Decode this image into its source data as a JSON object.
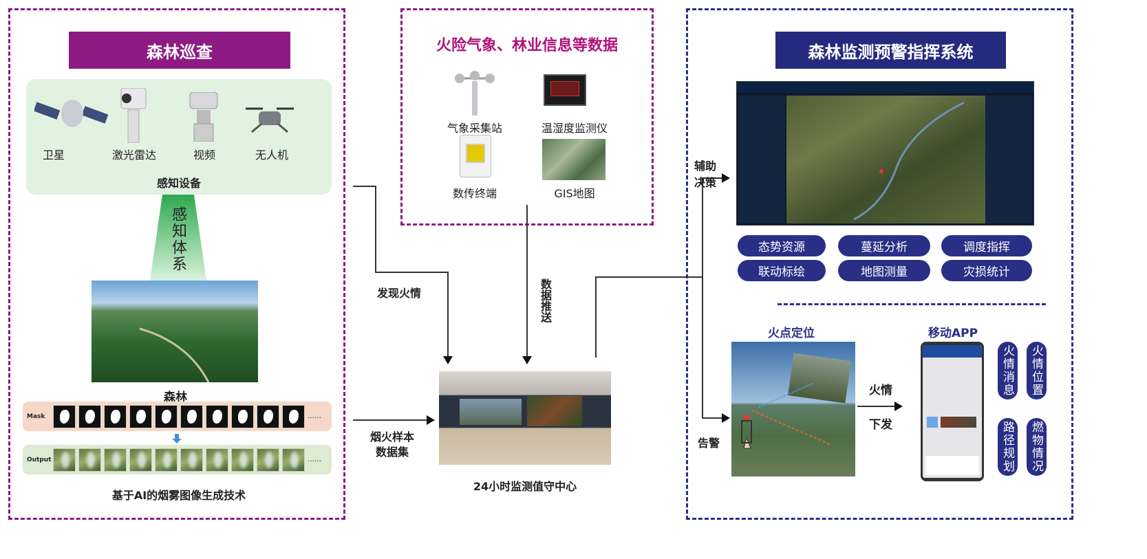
{
  "left": {
    "title": "森林巡查",
    "devices": [
      {
        "label": "卫星",
        "icon": "satellite-icon"
      },
      {
        "label": "激光雷达",
        "icon": "lidar-icon"
      },
      {
        "label": "视频",
        "icon": "video-camera-icon"
      },
      {
        "label": "无人机",
        "icon": "drone-icon"
      }
    ],
    "devices_title": "感知设备",
    "system": "感知体系",
    "forest": "森林",
    "mask_label": "Mask",
    "output_label": "Output",
    "ellipsis": "……",
    "caption": "基于AI的烟雾图像生成技术"
  },
  "middle": {
    "title": "火险气象、林业信息等数据",
    "items": [
      {
        "label": "气象采集站",
        "icon": "anemometer-icon"
      },
      {
        "label": "温湿度监测仪",
        "icon": "humidity-monitor-icon"
      },
      {
        "label": "数传终端",
        "icon": "data-terminal-icon"
      },
      {
        "label": "GIS地图",
        "icon": "gis-map-icon"
      }
    ],
    "center_caption": "24小时监测值守中心"
  },
  "flows": {
    "discover": "发现火情",
    "push": "数据推送",
    "dataset_1": "烟火样本",
    "dataset_2": "数据集",
    "assist_1": "辅助",
    "assist_2": "决策",
    "alarm": "告警",
    "dispatch_1": "火情",
    "dispatch_2": "下发"
  },
  "right": {
    "title": "森林监测预警指挥系统",
    "buttons": [
      "态势资源",
      "蔓延分析",
      "调度指挥",
      "联动标绘",
      "地图测量",
      "灾损统计"
    ],
    "fire_locate": "火点定位",
    "mobile": "移动APP",
    "app_features": [
      "火情消息",
      "火情位置",
      "路径规划",
      "燃物情况"
    ]
  },
  "colors": {
    "magenta": "#8e1a84",
    "navy": "#2a2f86",
    "title_red": "#b0127a"
  }
}
